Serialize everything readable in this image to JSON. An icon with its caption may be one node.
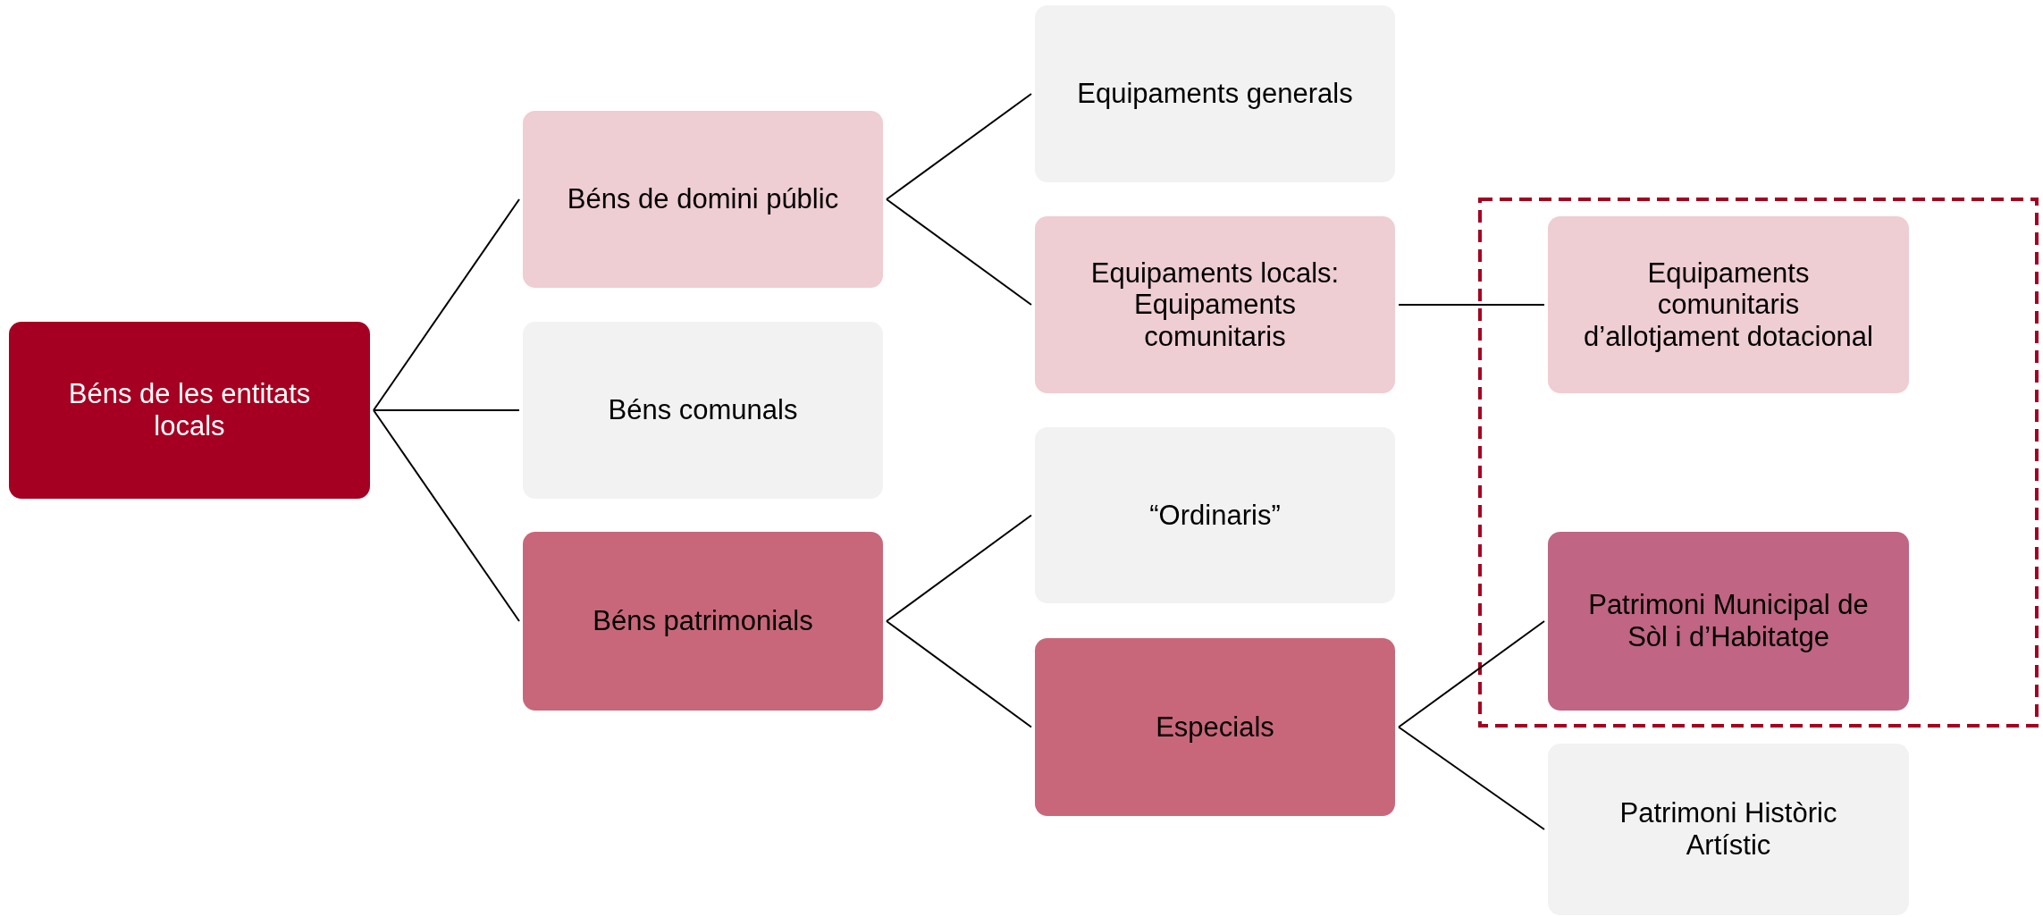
{
  "diagram": {
    "nodes": [
      {
        "text": [
          "Béns de les entitats locals"
        ]
      },
      {
        "text": [
          "Béns de domini públic"
        ]
      },
      {
        "text": [
          "Béns comunals"
        ]
      },
      {
        "text": [
          "Béns patrimonials"
        ]
      },
      {
        "text": [
          "Equipaments generals"
        ]
      },
      {
        "text": [
          "Equipaments locals: Equipaments comunitaris"
        ]
      },
      {
        "text": [
          "“Ordinaris”"
        ]
      },
      {
        "text": [
          "Especials"
        ]
      },
      {
        "text": [
          "Equipaments comunitaris d’allotjament dotacional"
        ]
      },
      {
        "text": [
          "Patrimoni Municipal de Sòl i d’Habitatge"
        ]
      },
      {
        "text": [
          "Patrimoni Històric Artístic"
        ]
      }
    ],
    "edges": [
      {
        "from": 0,
        "to": 1,
        "arrow": "none"
      },
      {
        "from": 0,
        "to": 2,
        "arrow": "none"
      },
      {
        "from": 0,
        "to": 3,
        "arrow": "none"
      },
      {
        "from": 1,
        "to": 4,
        "arrow": "none"
      },
      {
        "from": 1,
        "to": 5,
        "arrow": "none"
      },
      {
        "from": 3,
        "to": 6,
        "arrow": "none"
      },
      {
        "from": 3,
        "to": 7,
        "arrow": "none"
      },
      {
        "from": 5,
        "to": 8,
        "arrow": "none"
      },
      {
        "from": 7,
        "to": 9,
        "arrow": "none"
      },
      {
        "from": 7,
        "to": 10,
        "arrow": "none"
      }
    ]
  }
}
